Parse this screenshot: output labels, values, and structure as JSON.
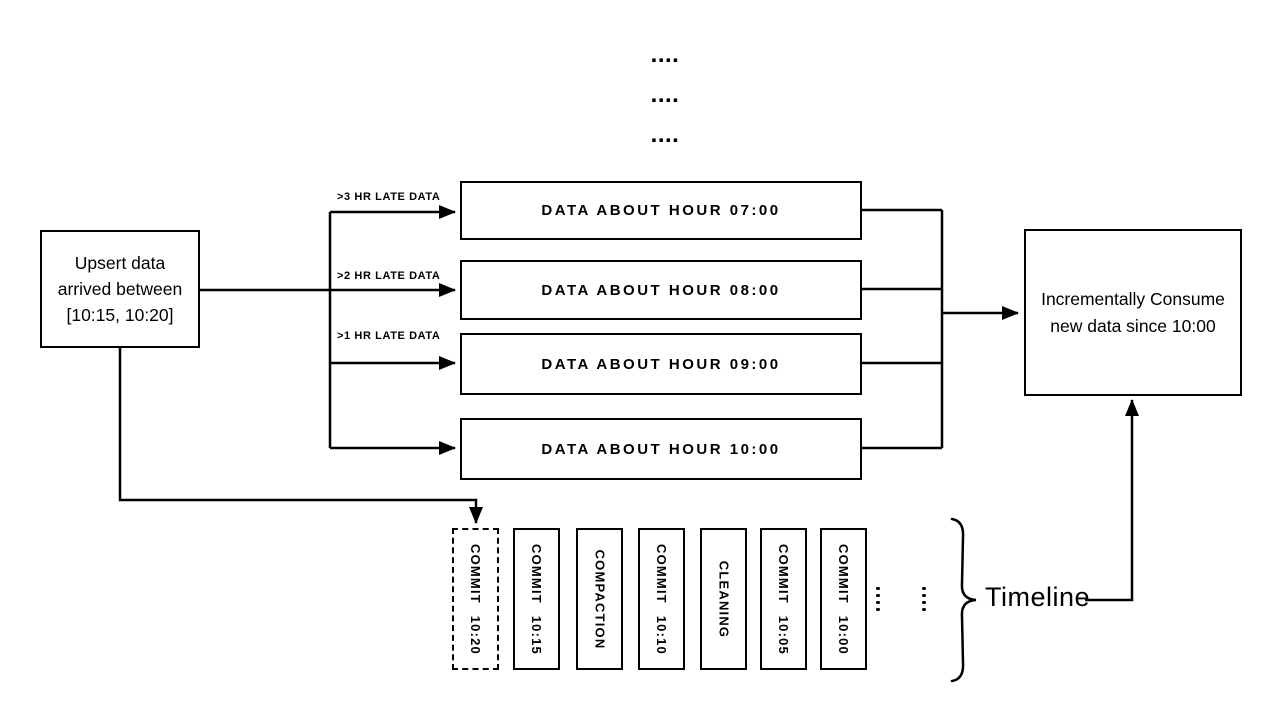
{
  "diagram": {
    "top_dots": [
      "....",
      "....",
      "...."
    ],
    "left_box": {
      "lines": [
        "Upsert data",
        "arrived between",
        "[10:15, 10:20]"
      ]
    },
    "arrow_labels": [
      ">3 HR LATE DATA",
      ">2 HR LATE DATA",
      ">1 HR LATE DATA"
    ],
    "hour_boxes": [
      "DATA ABOUT HOUR 07:00",
      "DATA ABOUT HOUR 08:00",
      "DATA ABOUT HOUR 09:00",
      "DATA ABOUT HOUR 10:00"
    ],
    "right_box": {
      "lines": [
        "Incrementally Consume",
        "new data since 10:00"
      ]
    },
    "timeline": {
      "boxes": [
        {
          "label": "COMMIT 10:20",
          "style": "dashed"
        },
        {
          "label": "COMMIT 10:15",
          "style": "solid"
        },
        {
          "label": "COMPACTION",
          "style": "solid"
        },
        {
          "label": "COMMIT 10:10",
          "style": "solid"
        },
        {
          "label": "CLEANING",
          "style": "solid"
        },
        {
          "label": "COMMIT 10:05",
          "style": "solid"
        },
        {
          "label": "COMMIT 10:00",
          "style": "solid"
        }
      ],
      "label": "Timeline"
    },
    "icons": {
      "brace": "right-curly-brace",
      "continuation_dots": "vertical-ellipsis"
    },
    "colors": {
      "ink": "#000000",
      "background": "#ffffff"
    }
  }
}
